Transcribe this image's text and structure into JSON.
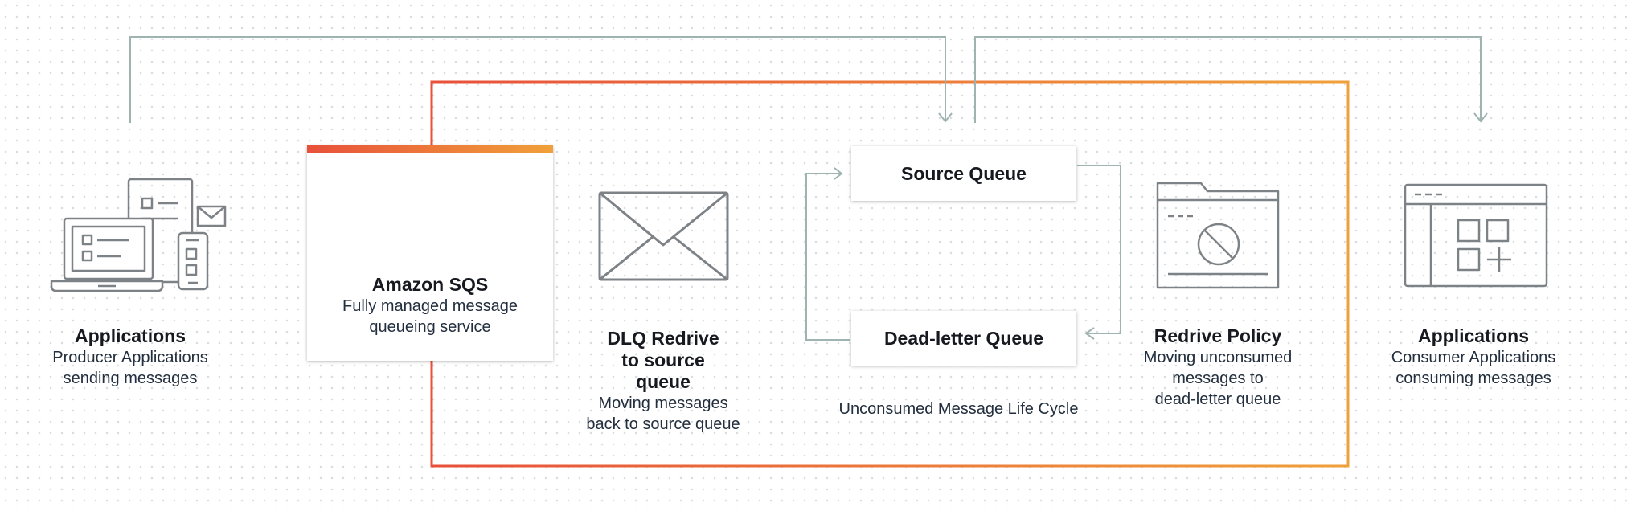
{
  "nodes": {
    "producer": {
      "title": "Applications",
      "desc": [
        "Producer Applications",
        "sending messages"
      ]
    },
    "sqs": {
      "title": "Amazon SQS",
      "desc": [
        "Fully managed message",
        "queueing service"
      ]
    },
    "dlq_redrive": {
      "title": [
        "DLQ Redrive",
        "to source",
        "queue"
      ],
      "desc": [
        "Moving messages",
        "back to source queue"
      ]
    },
    "source_queue": {
      "label": "Source Queue"
    },
    "dead_letter_queue": {
      "label": "Dead-letter Queue"
    },
    "lifecycle_caption": "Unconsumed Message Life Cycle",
    "redrive_policy": {
      "title": "Redrive Policy",
      "desc": [
        "Moving unconsumed",
        "messages to",
        "dead-letter queue"
      ]
    },
    "consumer": {
      "title": "Applications",
      "desc": [
        "Consumer Applications",
        "consuming messages"
      ]
    }
  },
  "colors": {
    "arrow": "#9fb3b0",
    "icon": "#7d8287",
    "sqs_accent": "#f29b1d",
    "border_start": "#e8503a",
    "border_end": "#f0a03a"
  }
}
